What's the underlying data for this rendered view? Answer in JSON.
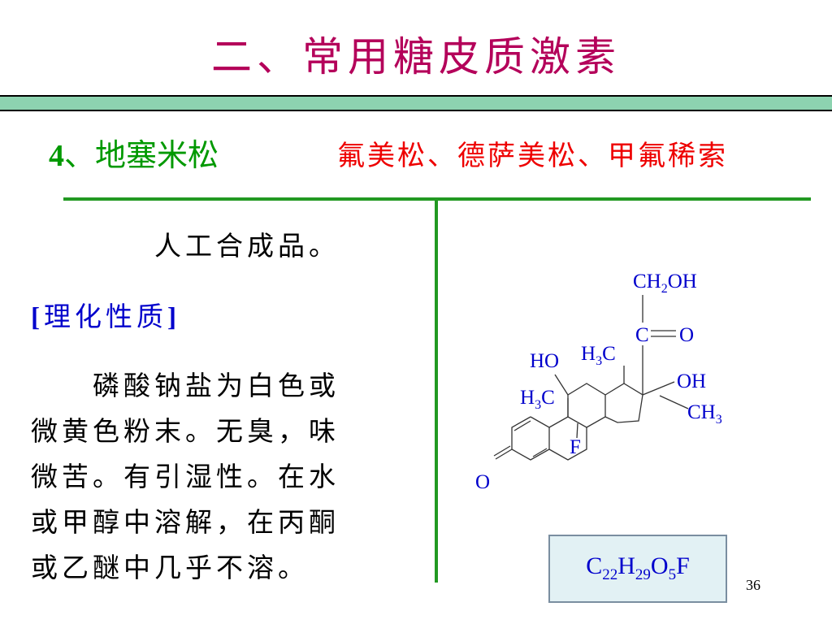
{
  "colors": {
    "title": "#b4005a",
    "subtitle": "#009900",
    "alt_names": "#ee0000",
    "body_text": "#000000",
    "section_heading": "#0000cc",
    "rule_lines": "#229922",
    "band": "#8dd3b0",
    "structure": "#0000cc"
  },
  "slide": {
    "title": "二、常用糖皮质激素",
    "subtitle_number": "4",
    "subtitle_text": "、地塞米松",
    "alt_names": "氟美松、德萨美松、甲氟稀索",
    "page_number": "36"
  },
  "left_panel": {
    "intro": "人工合成品。",
    "heading_open": "[",
    "heading_text": "理化性质",
    "heading_close": "]",
    "description_lines": [
      "　　磷酸钠盐为白色或",
      "微黄色粉末。无臭，味",
      "微苦。有引湿性。在水",
      "或甲醇中溶解，在丙酮",
      "或乙醚中几乎不溶。"
    ]
  },
  "structure": {
    "labels": {
      "ch2oh_main": "CH",
      "ch2oh_sub": "2",
      "ch2oh_tail": "OH",
      "c": "C",
      "o_ketone": "O",
      "ho": "HO",
      "h3c_upper_main": "H",
      "h3c_upper_sub": "3",
      "h3c_upper_tail": "C",
      "oh": "OH",
      "h3c_lower_main": "H",
      "h3c_lower_sub": "3",
      "h3c_lower_tail": "C",
      "ch3_main": "CH",
      "ch3_sub": "3",
      "f": "F",
      "o_ring": "O"
    }
  },
  "formula": {
    "c": "C",
    "c_count": "22",
    "h": "H",
    "h_count": "29",
    "o": "O",
    "o_count": "5",
    "f": "F"
  }
}
